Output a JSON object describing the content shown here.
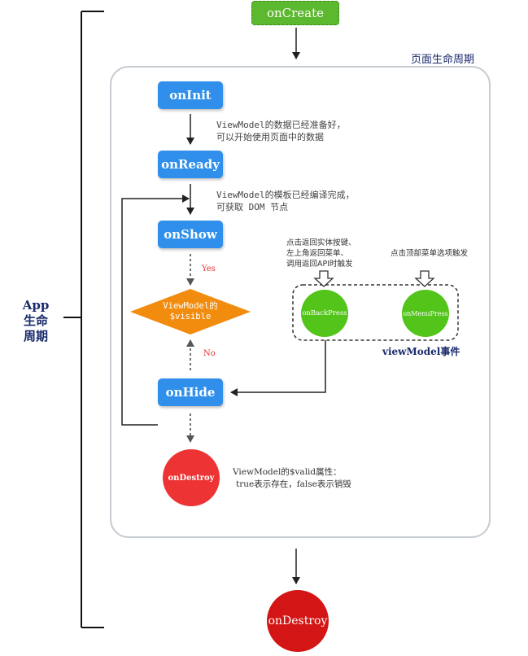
{
  "app_lifecycle_label": [
    "App",
    "生命",
    "周期"
  ],
  "page_lifecycle_label": "页面生命周期",
  "nodes": {
    "on_create": "onCreate",
    "on_init": "onInit",
    "on_ready": "onReady",
    "on_show": "onShow",
    "on_hide": "onHide",
    "on_destroy_page": "onDestroy",
    "on_destroy_app": "onDestroy",
    "on_back_press": "onBackPress",
    "on_menu_press": "onMenuPress"
  },
  "decision": {
    "line1": "ViewModel的",
    "line2": "$visible"
  },
  "edge_labels": {
    "yes": "Yes",
    "no": "No"
  },
  "notes": {
    "init_line1": "ViewModel的数据已经准备好，",
    "init_line2": "可以开始使用页面中的数据",
    "ready_line1": "ViewModel的模板已经编译完成，",
    "ready_line2": "可获取 DOM 节点",
    "back_line1": "点击返回实体按键、",
    "back_line2": "左上角返回菜单、",
    "back_line3": "调用返回API时触发",
    "menu_line1": "点击顶部菜单选项触发",
    "valid_line1": "ViewModel的$valid属性：",
    "valid_line2": "true表示存在，false表示销毁"
  },
  "viewmodel_events_label": "viewModel事件",
  "colors": {
    "blue": "#2f8fea",
    "green_create": "#5cb82e",
    "green_event": "#52c41a",
    "orange": "#f28c0f",
    "red": "#ee3334",
    "dark_red": "#d31515",
    "navy": "#1a2a6c"
  }
}
